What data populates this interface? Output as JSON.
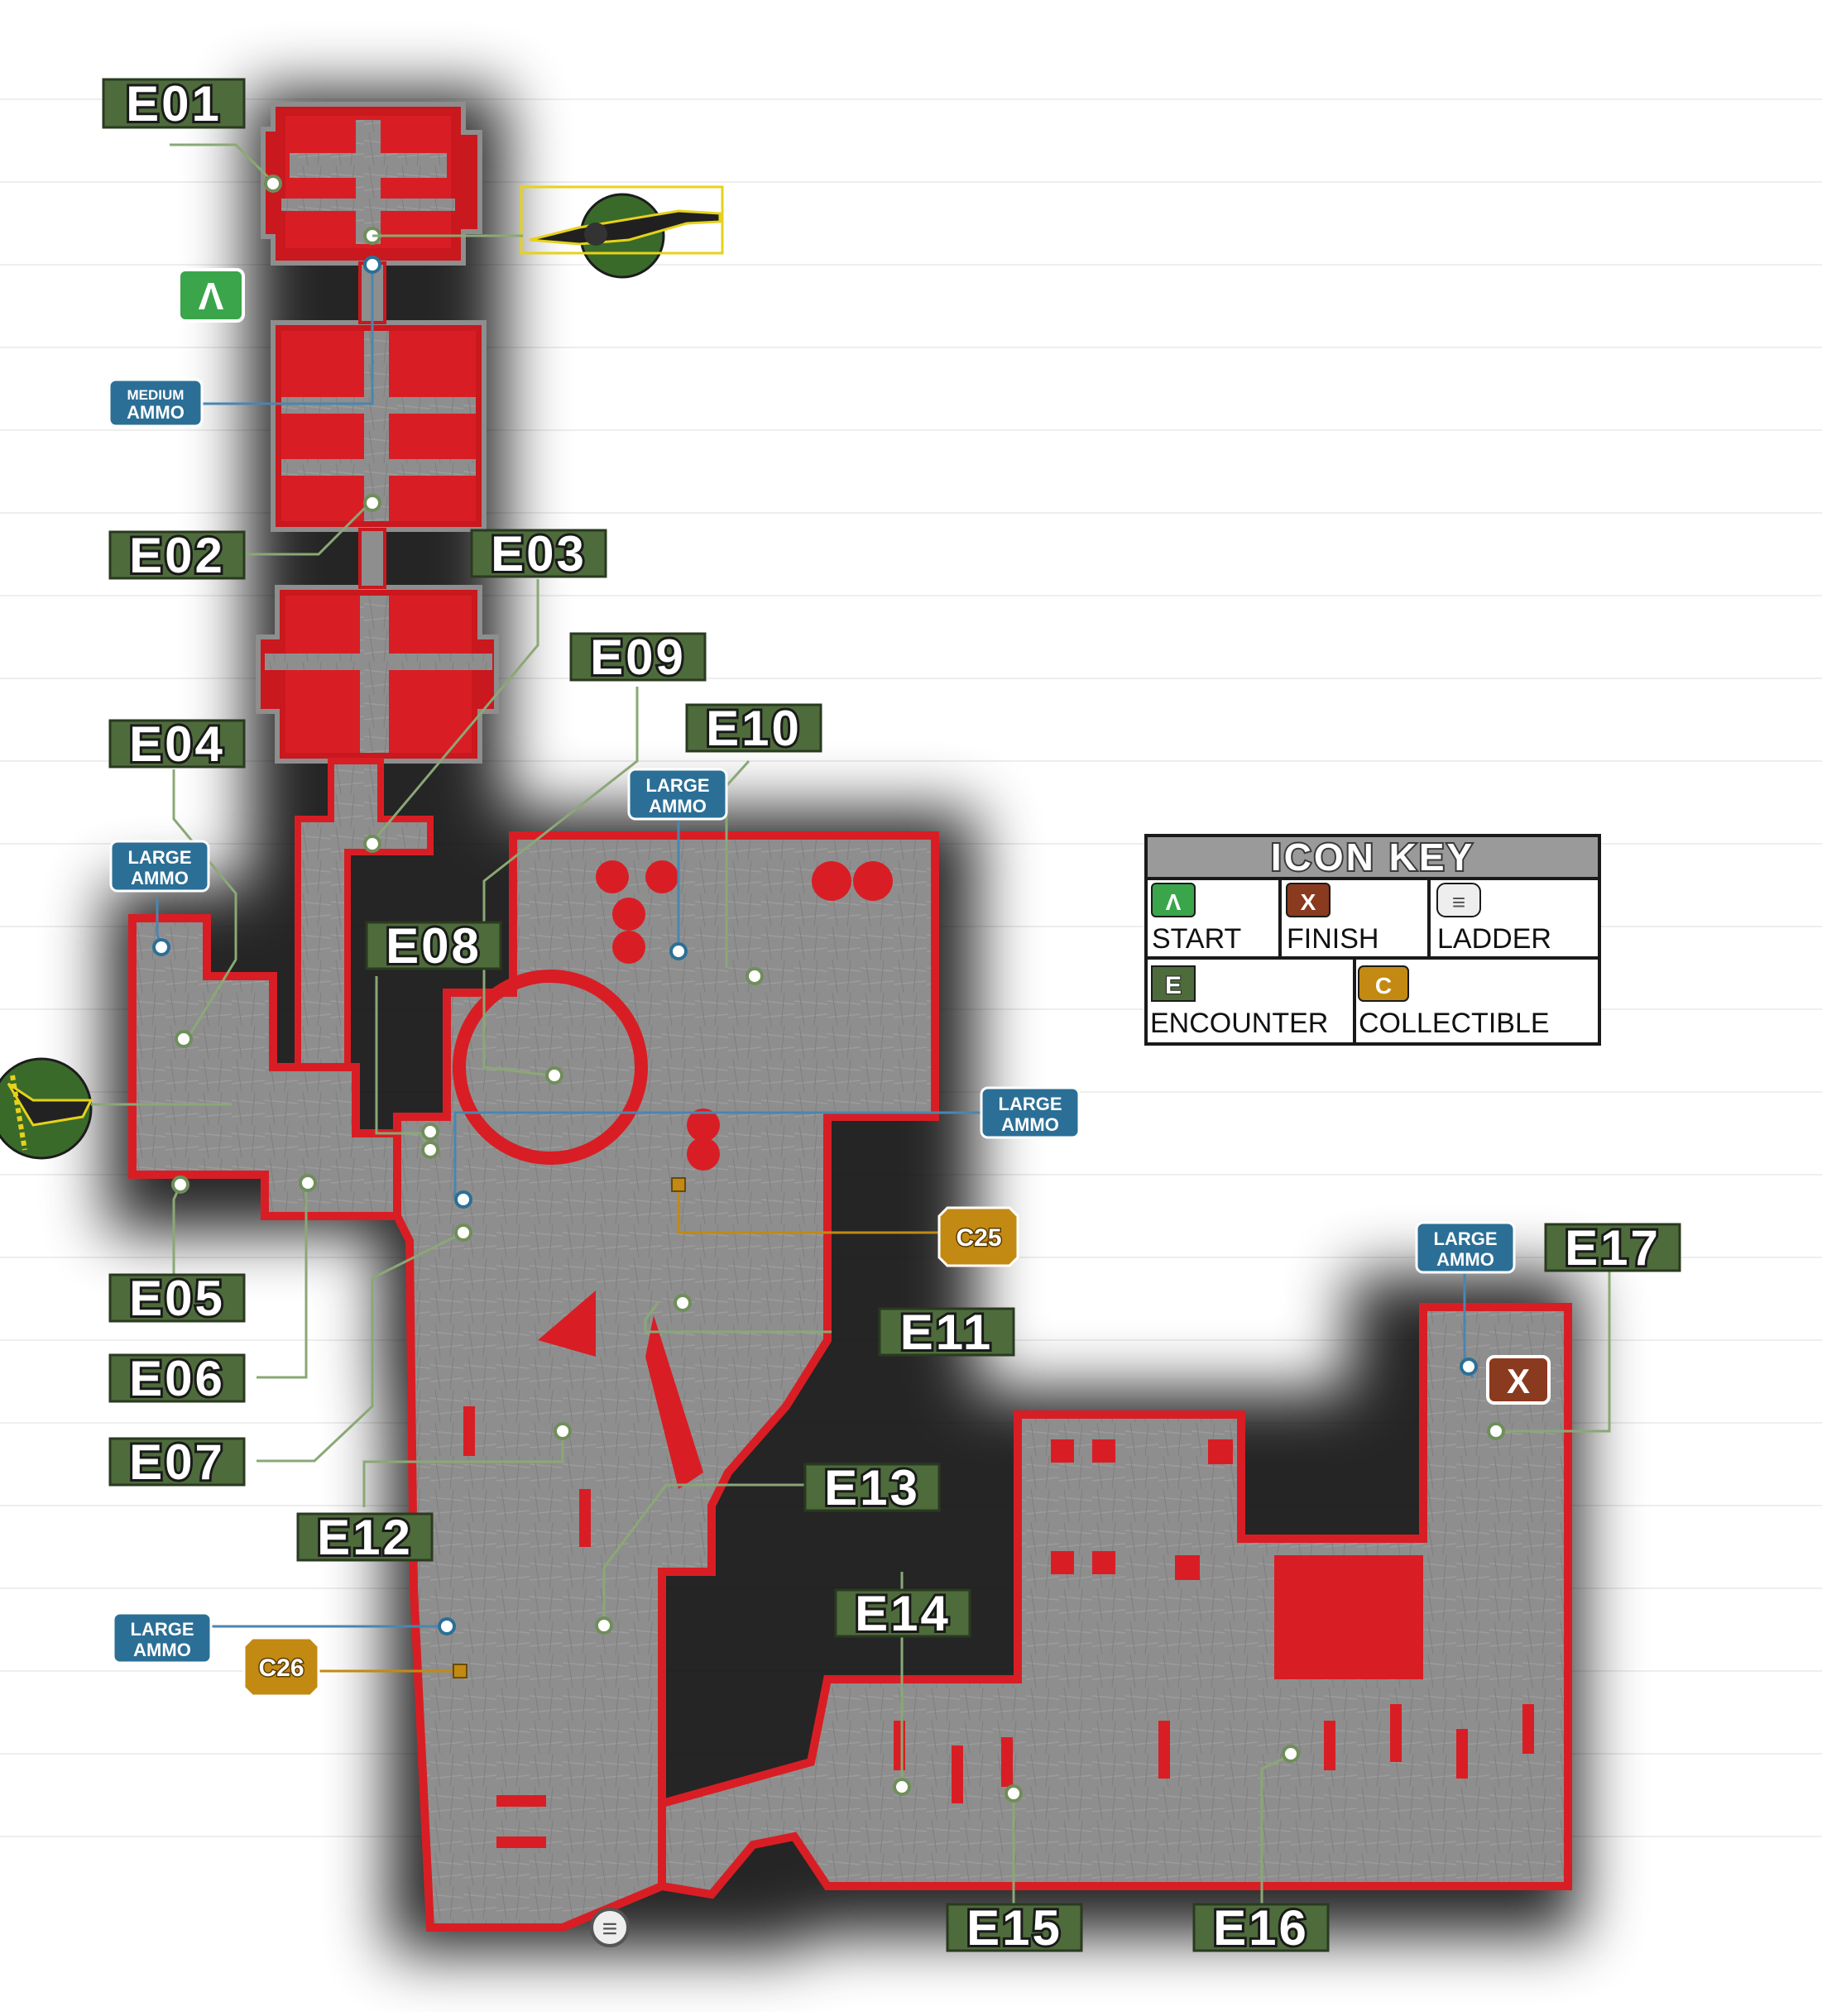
{
  "encounters": {
    "e01": "E01",
    "e02": "E02",
    "e03": "E03",
    "e04": "E04",
    "e05": "E05",
    "e06": "E06",
    "e07": "E07",
    "e08": "E08",
    "e09": "E09",
    "e10": "E10",
    "e11": "E11",
    "e12": "E12",
    "e13": "E13",
    "e14": "E14",
    "e15": "E15",
    "e16": "E16",
    "e17": "E17"
  },
  "ammo": {
    "medium_line1": "MEDIUM",
    "medium_line2": "AMMO",
    "large_line1": "LARGE",
    "large_line2": "AMMO"
  },
  "collectibles": {
    "c25": "C25",
    "c26": "C26"
  },
  "icon_key": {
    "title": "ICON KEY",
    "start": {
      "glyph": "Λ",
      "label": "START"
    },
    "finish": {
      "glyph": "X",
      "label": "FINISH"
    },
    "ladder": {
      "glyph": "≡",
      "label": "LADDER"
    },
    "encounter": {
      "glyph": "E",
      "label": "ENCOUNTER"
    },
    "collectible": {
      "glyph": "C",
      "label": "COLLECTIBLE"
    }
  },
  "markers": {
    "start_glyph": "Λ",
    "finish_glyph": "X"
  },
  "colors": {
    "wall_red": "#d81e24",
    "floor_gray": "#8c8c8c",
    "encounter_green": "#4e6b3c",
    "ammo_blue": "#2b6f96",
    "collectible_gold": "#c28a12",
    "start_green": "#3aa54a",
    "finish_brown": "#8a3a1e"
  },
  "weapons": [
    "sniper-rifle",
    "chain-launcher"
  ]
}
